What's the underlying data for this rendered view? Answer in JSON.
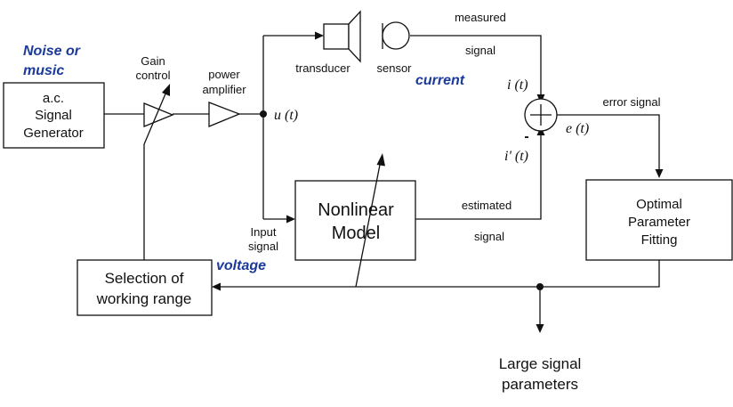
{
  "diagram": {
    "title": "Large signal parameter identification loop",
    "colors": {
      "line": "#111111",
      "annotation_blue": "#1b3a9a",
      "background": "#ffffff"
    },
    "blocks": {
      "signal_generator": {
        "line1": "a.c.",
        "line2": "Signal",
        "line3": "Generator"
      },
      "nonlinear_model": {
        "line1": "Nonlinear",
        "line2": "Model"
      },
      "parameter_fitting": {
        "line1": "Optimal",
        "line2": "Parameter",
        "line3": "Fitting"
      },
      "working_range": {
        "line1": "Selection of",
        "line2": "working range"
      }
    },
    "components": {
      "gain_control": {
        "line1": "Gain",
        "line2": "control",
        "icon": "variable-amplifier-icon"
      },
      "power_amplifier": {
        "line1": "power",
        "line2": "amplifier",
        "icon": "amplifier-triangle-icon"
      },
      "transducer": {
        "label": "transducer",
        "icon": "loudspeaker-icon"
      },
      "sensor": {
        "label": "sensor",
        "icon": "microphone-icon"
      },
      "summing_junction": {
        "icon": "summing-junction-icon",
        "minus_sign": "-"
      }
    },
    "annotations": {
      "noise_line1": "Noise or",
      "noise_line2": "music",
      "current": "current",
      "voltage": "voltage"
    },
    "signals": {
      "u_t": "u (t)",
      "i_t": "i (t)",
      "i_prime_t": "i' (t)",
      "e_t": "e (t)",
      "measured_line1": "measured",
      "measured_line2": "signal",
      "estimated_line1": "estimated",
      "estimated_line2": "signal",
      "error_signal": "error signal",
      "input_line1": "Input",
      "input_line2": "signal"
    },
    "output": {
      "line1": "Large signal",
      "line2": "parameters"
    }
  }
}
